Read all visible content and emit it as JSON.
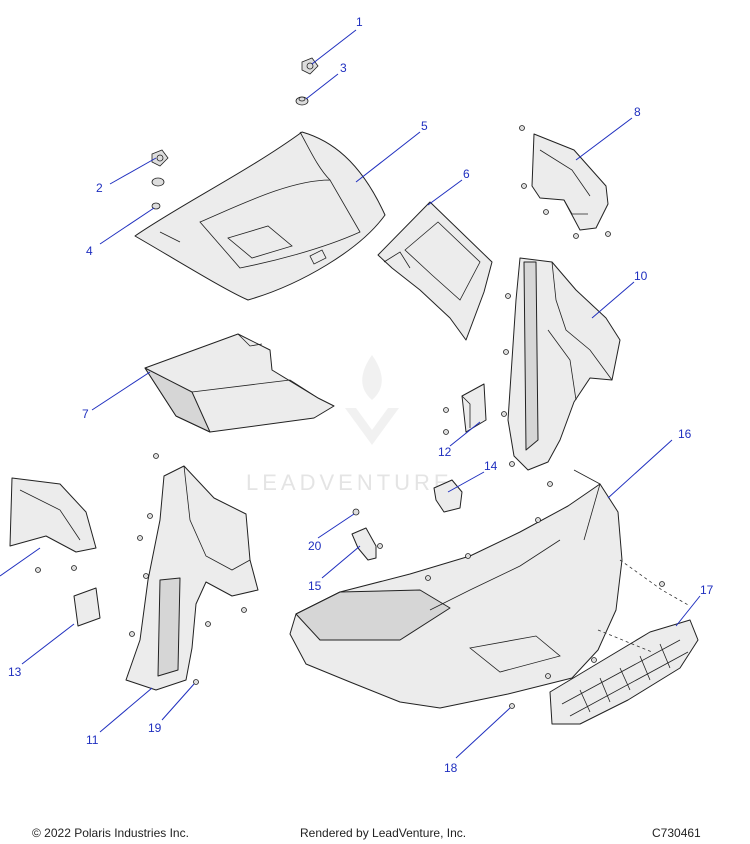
{
  "diagram": {
    "callouts": [
      "1",
      "2",
      "3",
      "4",
      "5",
      "6",
      "7",
      "8",
      "10",
      "11",
      "12",
      "13",
      "14",
      "15",
      "16",
      "17",
      "18",
      "19",
      "20"
    ],
    "watermark": "LEADVENTURE"
  },
  "footer": {
    "copyright": "© 2022 Polaris Industries Inc.",
    "rendered_by": "Rendered by LeadVenture, Inc.",
    "drawing_id": "C730461"
  },
  "colors": {
    "callout": "#1f2fbf",
    "line": "#222222",
    "part_fill": "#ececec"
  }
}
